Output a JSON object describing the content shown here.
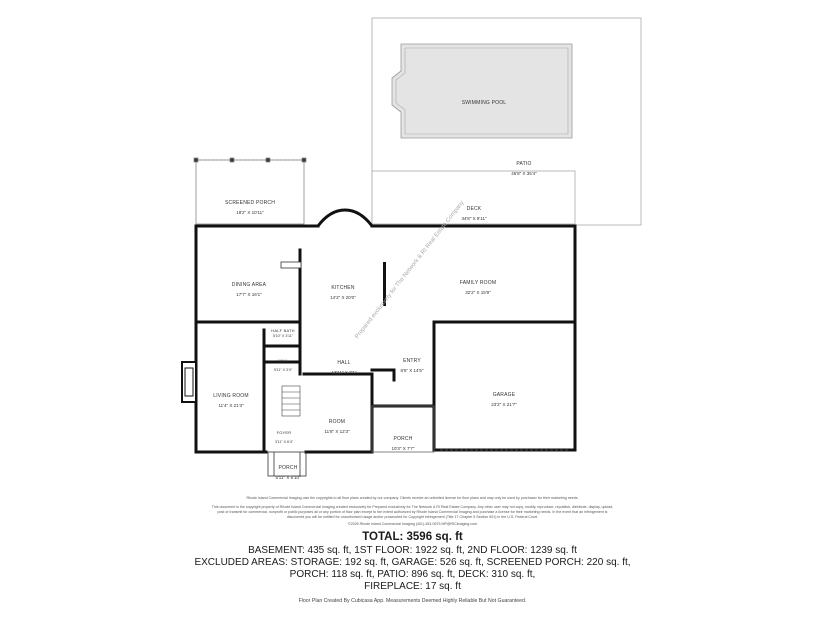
{
  "rooms": {
    "swimming_pool": {
      "name": "SWIMMING POOL",
      "dims": ""
    },
    "patio": {
      "name": "PATIO",
      "dims": "46'8\" X 35'4\""
    },
    "deck": {
      "name": "DECK",
      "dims": "34'8\" X 8'11\""
    },
    "screened_porch": {
      "name": "SCREENED PORCH",
      "dims": "18'2\" X 10'11\""
    },
    "dining_area": {
      "name": "DINING AREA",
      "dims": "17'7\" X 16'1\""
    },
    "kitchen": {
      "name": "KITCHEN",
      "dims": "14'2\" X 20'0\""
    },
    "family_room": {
      "name": "FAMILY ROOM",
      "dims": "32'2\" X 15'9\""
    },
    "half_bath": {
      "name": "HALF BATH",
      "dims": "5'10\" X 3'11\""
    },
    "hall_small": {
      "name": "HALL",
      "dims": "5'11\" X 3'4\""
    },
    "hall": {
      "name": "HALL",
      "dims": "13'11\" X 7'1\""
    },
    "entry": {
      "name": "ENTRY",
      "dims": "8'6\" X 14'5\""
    },
    "living_room": {
      "name": "LIVING ROOM",
      "dims": "11'4\" X 21'3\""
    },
    "room": {
      "name": "ROOM",
      "dims": "11'8\" X 12'3\""
    },
    "garage": {
      "name": "GARAGE",
      "dims": "23'2\" X 21'7\""
    },
    "foyer": {
      "name": "FOYER",
      "dims": "3'11\" X 6'4\""
    },
    "porch_front": {
      "name": "PORCH",
      "dims": "10'3\" X 7'7\""
    },
    "porch_small": {
      "name": "PORCH",
      "dims": "5'11\" X 6'10\""
    }
  },
  "watermark": "Prepared exclusively for The Network & RI Real Estate Company",
  "notice": {
    "line1": "Rhode Island Commercial Imaging own the copyrights to all floor plans created by our company. Clients receive an unlimited license for floor plans and may only be used by purchaser for their marketing needs.",
    "line2": "This document is the copyright property of Rhode Island Commercial Imaging created exclusively for Prepared exclusively for The Network & RI Real Estate Company. Any other user may not copy, modify, reproduce, republish, distribute, display, upload,",
    "line3": "post or transmit for commercial, nonprofit or public purposes all or any portion of floor plan except to the extent authorized by Rhode Island Commercial Imaging and purchase a license for their marketing needs. In the event that an infringement is",
    "line4": "discovered you will be notified for unauthorized usage and/or prosecuted for Copyright infringement (Title 17 Chapter 5 Section 501) in the U.S. Federal Court.",
    "line5": "©2026 Rhode Island Commercial Imaging (401)-453-0575 MP@RICimaging.com"
  },
  "totals": {
    "total": "TOTAL: 3596 sq. ft",
    "line1": "BASEMENT: 435 sq. ft, 1ST FLOOR: 1922 sq. ft, 2ND FLOOR: 1239 sq. ft",
    "line2": "EXCLUDED AREAS: STORAGE: 192 sq. ft, GARAGE: 526 sq. ft, SCREENED PORCH: 220 sq. ft,",
    "line3": "PORCH: 118 sq. ft, PATIO: 896 sq. ft, DECK: 310 sq. ft,",
    "line4": "FIREPLACE: 17 sq. ft"
  },
  "footer": "Floor Plan Created By Cubicasa App. Measurements Deemed Highly Reliable But Not Guaranteed."
}
